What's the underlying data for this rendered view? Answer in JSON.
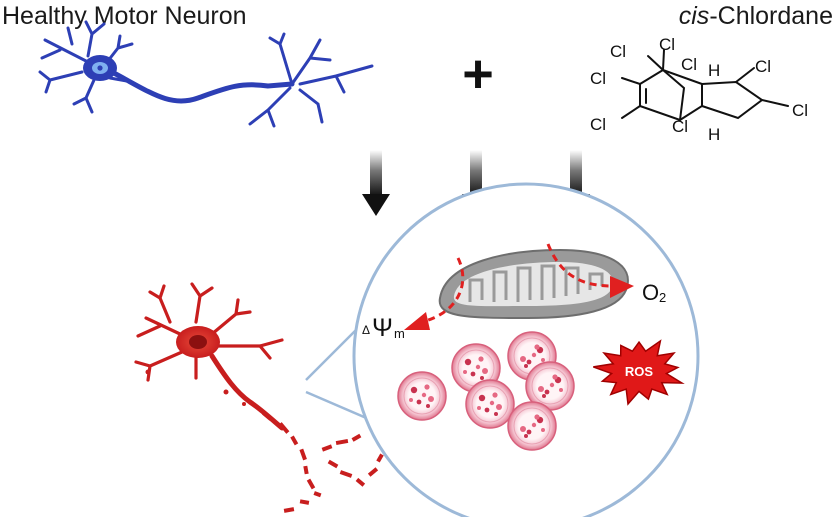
{
  "titles": {
    "healthy_neuron": "Healthy Motor Neuron",
    "compound_prefix": "cis",
    "compound_suffix": "-Chlordane"
  },
  "operator": "+",
  "molecule": {
    "labels": [
      "Cl",
      "Cl",
      "Cl",
      "Cl",
      "Cl",
      "Cl",
      "Cl",
      "Cl",
      "H",
      "H"
    ]
  },
  "inset": {
    "membrane_potential_label": "ΔΨm",
    "membrane_potential_symbol": "Ψ",
    "membrane_potential_prefix": "Δ",
    "membrane_potential_subscript": "m",
    "oxygen_label": "O",
    "oxygen_subscript": "2",
    "ros_label": "ROS"
  },
  "colors": {
    "healthy_neuron": "#2d3fb5",
    "damaged_neuron": "#c81e1e",
    "inset_circle": "#9db9d8",
    "mitochondrion": "#8c8c8c",
    "dashed_arrow": "#e02020",
    "vesicle": "#e07890",
    "ros_burst": "#e01818",
    "arrow_dark": "#111111"
  },
  "icons": [
    "healthy-neuron-icon",
    "chlordane-structure-icon",
    "down-arrow-icon",
    "damaged-neuron-icon",
    "mitochondrion-icon",
    "vesicle-icon",
    "ros-burst-icon"
  ]
}
